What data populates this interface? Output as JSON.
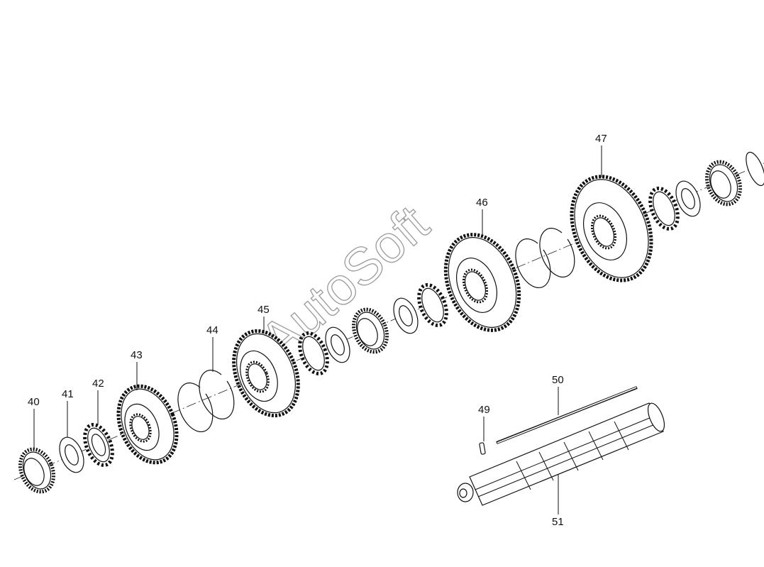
{
  "watermark": "AutoSoft",
  "callouts": [
    {
      "id": "40",
      "label": "40"
    },
    {
      "id": "41",
      "label": "41"
    },
    {
      "id": "42",
      "label": "42"
    },
    {
      "id": "43",
      "label": "43"
    },
    {
      "id": "44",
      "label": "44"
    },
    {
      "id": "45",
      "label": "45"
    },
    {
      "id": "46",
      "label": "46"
    },
    {
      "id": "47",
      "label": "47"
    },
    {
      "id": "49",
      "label": "49"
    },
    {
      "id": "50",
      "label": "50"
    },
    {
      "id": "51",
      "label": "51"
    }
  ]
}
